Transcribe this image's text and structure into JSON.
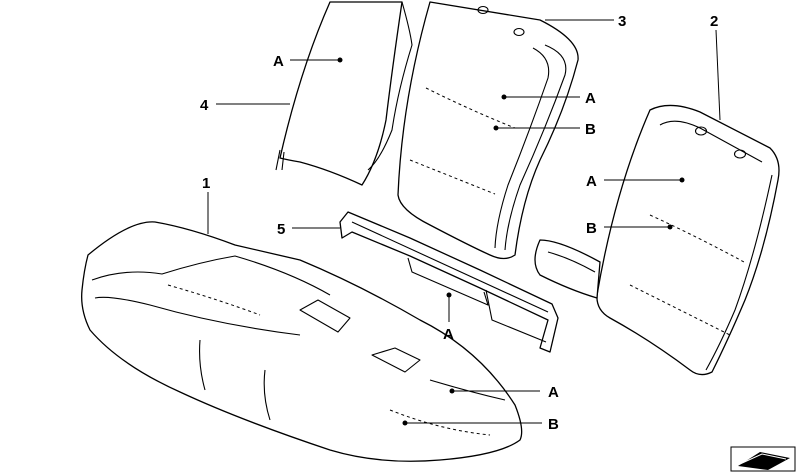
{
  "callouts": {
    "part_1": "1",
    "part_2": "2",
    "part_3": "3",
    "part_4": "4",
    "part_5": "5",
    "cover_a": "A",
    "foam_b": "B"
  },
  "icons": {
    "corner": "scissors-cut-icon"
  }
}
